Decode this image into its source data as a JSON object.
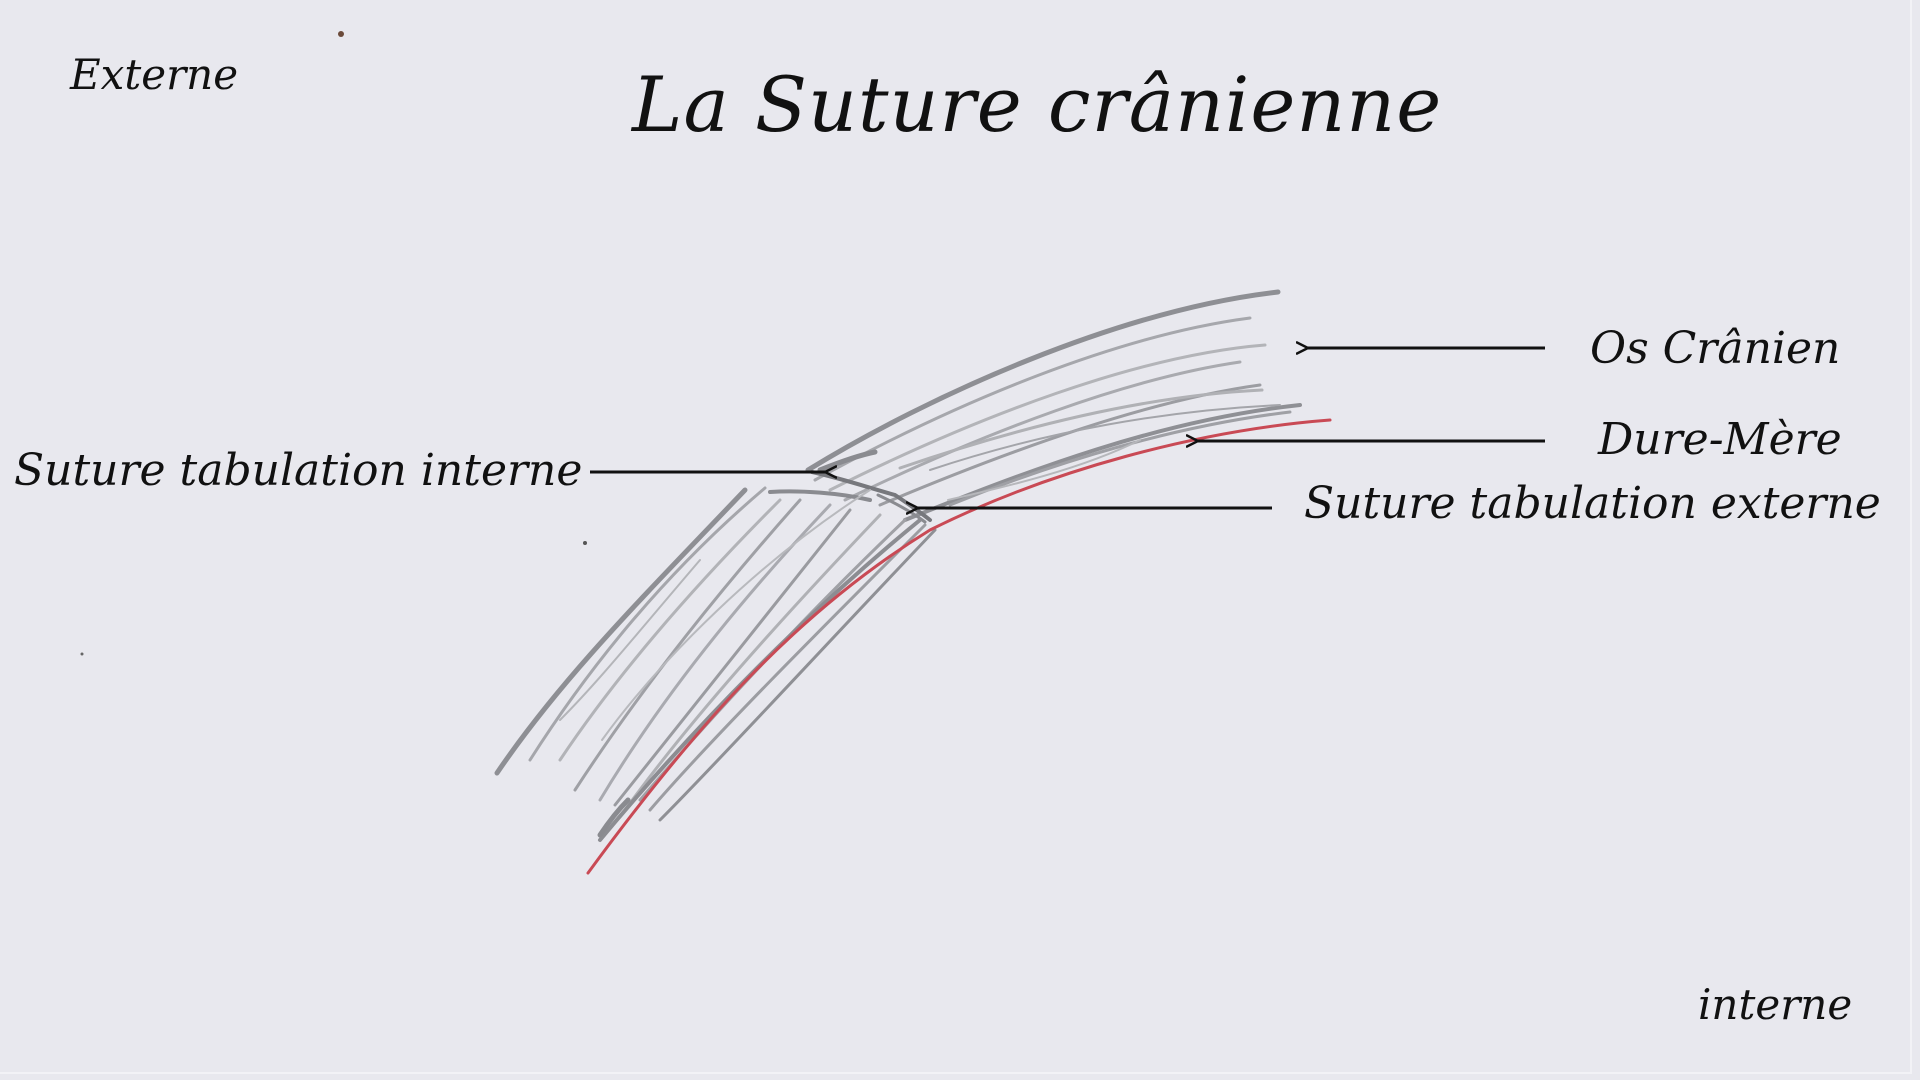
{
  "title": "La Suture crânienne",
  "corner_labels": {
    "top_left": "Externe",
    "bottom_right": "interne"
  },
  "labels": {
    "os_cranien": "Os Crânien",
    "dure_mere": "Dure-Mère",
    "suture_tab_externe": "Suture tabulation externe",
    "suture_tab_interne": "Suture tabulation interne"
  },
  "colors": {
    "background": "#e8e8ee",
    "bone_pencil": "#9a9ba0",
    "dura_mater": "#c94a55",
    "ink": "#111111"
  }
}
